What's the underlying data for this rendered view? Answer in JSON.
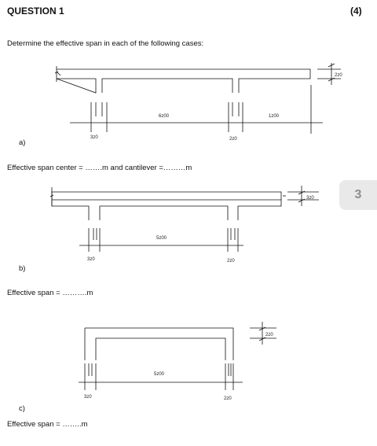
{
  "header": {
    "question": "QUESTION 1",
    "marks": "(4)"
  },
  "instruction": "Determine the effective span in each of the following cases:",
  "case_a": {
    "label": "a)",
    "answer": "Effective span center = …….m  and cantilever =………m",
    "dims": {
      "span": "6z00",
      "cantilever": "1z00",
      "depth": "2z0",
      "left_support": "3z0",
      "right_support": "2z0"
    }
  },
  "case_b": {
    "label": "b)",
    "answer": "Effective span =  ……….m",
    "dims": {
      "span": "5z00",
      "depth": "3z0",
      "left_support": "3z0",
      "right_support": "2z0"
    }
  },
  "case_c": {
    "label": "c)",
    "answer": "Effective span =  ……..m",
    "dims": {
      "span": "5z00",
      "depth": "2z0",
      "left_support": "3z0",
      "right_support": "2z0"
    }
  },
  "page_badge": "3"
}
